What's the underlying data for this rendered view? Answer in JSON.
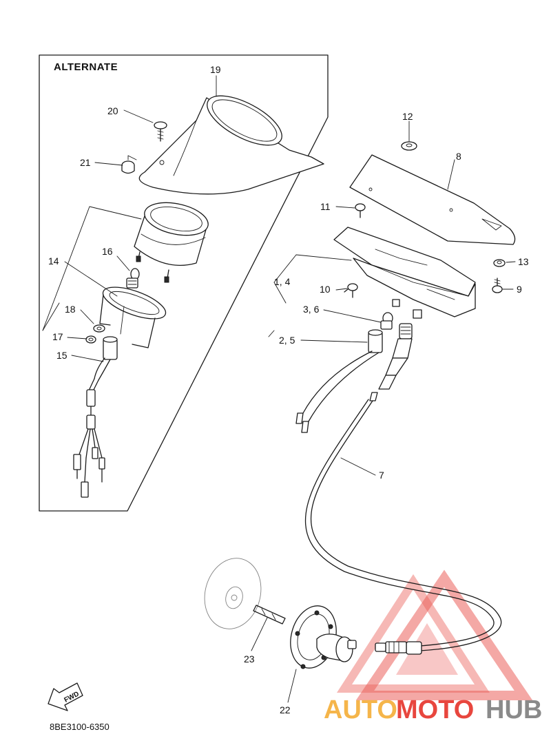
{
  "diagram": {
    "alternate_label": "ALTERNATE",
    "part_code": "8BE3100-6350",
    "fwd_label": "FWD",
    "callouts": {
      "c1": "19",
      "c2": "20",
      "c3": "21",
      "c4": "16",
      "c5": "14",
      "c6": "18",
      "c7": "17",
      "c8": "15",
      "c9": "12",
      "c10": "8",
      "c11": "11",
      "c12": "13",
      "c13": "1, 4",
      "c14": "10",
      "c15": "9",
      "c16": "3, 6",
      "c17": "2, 5",
      "c18": "7",
      "c19": "23",
      "c20": "22"
    }
  },
  "watermark": {
    "part1": "AUTO",
    "part2": "MOTO",
    "part3": "HUB",
    "color_orange": "#f5b54a",
    "color_red": "#e8463e",
    "color_gray": "#8a8a8a"
  }
}
